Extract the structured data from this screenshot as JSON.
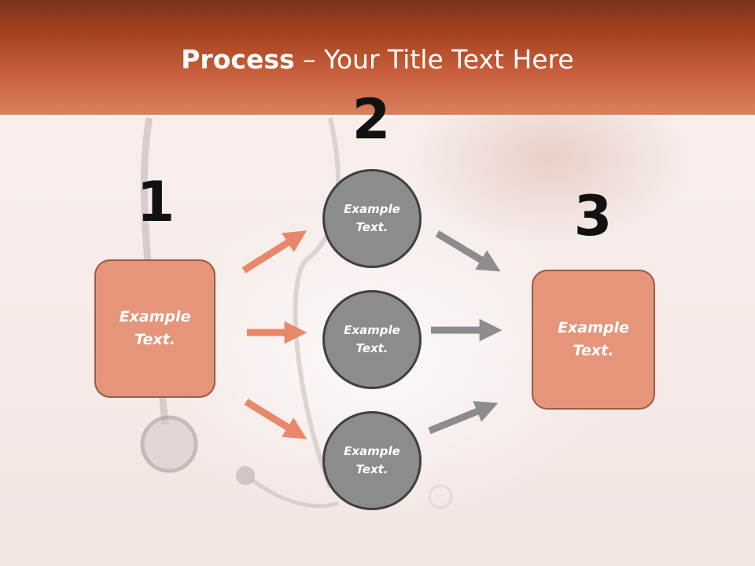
{
  "slide": {
    "title_bold": "Process",
    "title_rest": " – Your Title Text Here"
  },
  "steps": {
    "one": {
      "number": "1",
      "text_line1": "Example",
      "text_line2": "Text."
    },
    "two": {
      "number": "2",
      "circles": [
        {
          "text_line1": "Example",
          "text_line2": "Text."
        },
        {
          "text_line1": "Example",
          "text_line2": "Text."
        },
        {
          "text_line1": "Example",
          "text_line2": "Text."
        }
      ]
    },
    "three": {
      "number": "3",
      "text_line1": "Example",
      "text_line2": "Text."
    }
  },
  "colors": {
    "header": "#c9603d",
    "box_fill": "#e4957a",
    "box_border": "#9c5a44",
    "circle_fill": "#8c8c8c",
    "circle_border": "#3f3f3f",
    "arrow_orange": "#e8876a",
    "arrow_gray": "#8c8c8c"
  }
}
